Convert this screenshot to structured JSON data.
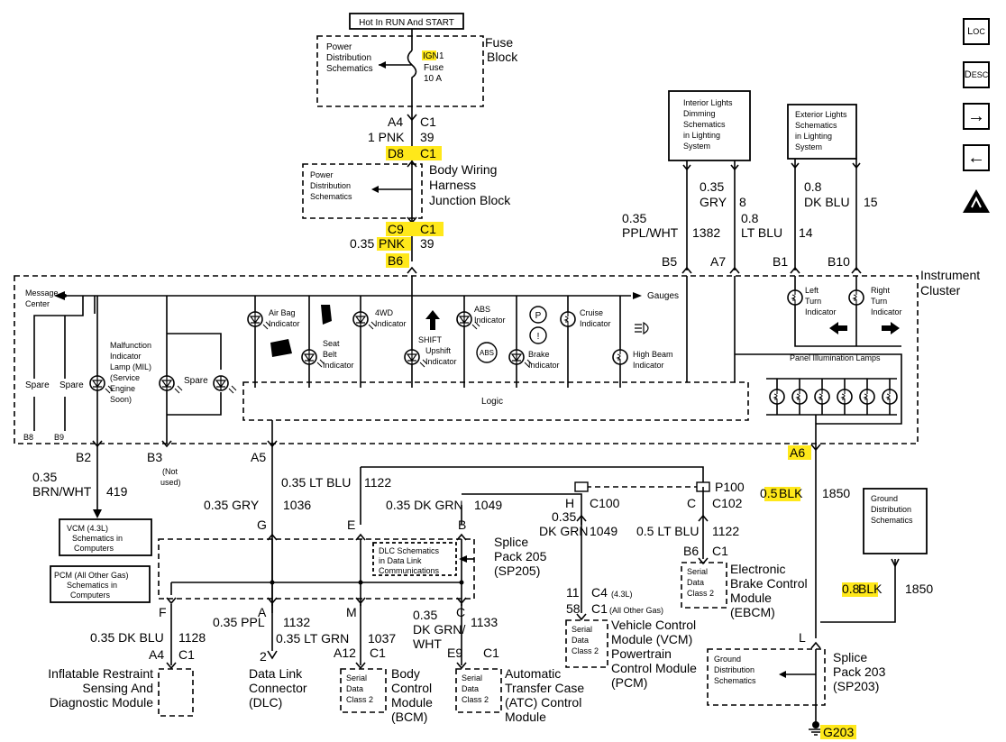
{
  "top": {
    "hot_label": "Hot In RUN And START",
    "pds1": [
      "Power",
      "Distribution",
      "Schematics"
    ],
    "fuse_ign": "IGN",
    "fuse_num": "1",
    "fuse_word": "Fuse",
    "fuse_amp": "10 A",
    "fuse_block": [
      "Fuse",
      "Block"
    ],
    "a4": "A4",
    "c1a": "C1",
    "pnk_gauge": "1 PNK",
    "pnk_ckt": "39",
    "d8": "D8",
    "c1b": "C1",
    "pds2": [
      "Power",
      "Distribution",
      "Schematics"
    ],
    "junction": [
      "Body Wiring",
      "Harness",
      "Junction Block"
    ],
    "c9": "C9",
    "c1c": "C1",
    "pnk2_gauge": "0.35",
    "pnk2_color": "PNK",
    "pnk2_ckt": "39",
    "b6": "B6"
  },
  "right_top": {
    "interior": [
      "Interior Lights",
      "Dimming",
      "Schematics",
      "in Lighting",
      "System"
    ],
    "exterior": [
      "Exterior Lights",
      "Schematics",
      "in Lighting",
      "System"
    ],
    "gry_gauge": "0.35",
    "gry_color": "GRY",
    "gry_ckt": "8",
    "ppl_gauge": "0.35",
    "ppl_color": "PPL/WHT",
    "ppl_ckt": "1382",
    "ltblu_gauge": "0.8",
    "ltblu_color": "LT BLU",
    "ltblu_ckt": "14",
    "dkblu_gauge": "0.8",
    "dkblu_color": "DK BLU",
    "dkblu_ckt": "15",
    "b5": "B5",
    "a7": "A7",
    "b1": "B1",
    "b10": "B10"
  },
  "cluster": {
    "title": [
      "Instrument",
      "Cluster"
    ],
    "message_center": [
      "Message",
      "Center"
    ],
    "gauges": "Gauges",
    "spare": "Spare",
    "mil": [
      "Malfunction",
      "Indicator",
      "Lamp (MIL)",
      "(Service",
      "Engine",
      "Soon)"
    ],
    "airbag": [
      "Air Bag",
      "Indicator"
    ],
    "seatbelt": [
      "Seat",
      "Belt",
      "Indicator"
    ],
    "fourwd": [
      "4WD",
      "Indicator"
    ],
    "shift": [
      "SHIFT",
      "Upshift",
      "Indicator"
    ],
    "abs": [
      "ABS",
      "Indicator"
    ],
    "abs_icon": "ABS",
    "brake": [
      "Brake",
      "Indicator"
    ],
    "brake_p": "P",
    "brake_excl": "!",
    "cruise": [
      "Cruise",
      "Indicator"
    ],
    "highbeam": [
      "High Beam",
      "Indicator"
    ],
    "left_turn": [
      "Left",
      "Turn",
      "Indicator"
    ],
    "right_turn": [
      "Right",
      "Turn",
      "Indicator"
    ],
    "panel_lamps": "Panel Illumination Lamps",
    "logic": "Logic",
    "b8": "B8",
    "b9": "B9"
  },
  "bottom": {
    "b2": "B2",
    "b3": "B3",
    "not_used": [
      "(Not",
      "used)"
    ],
    "a5": "A5",
    "a6": "A6",
    "brn_gauge": "0.35",
    "brn_color": "BRN/WHT",
    "brn_ckt": "419",
    "vcm": [
      "VCM (4.3L)",
      "Schematics in",
      "Computers"
    ],
    "pcm": [
      "PCM (All Other Gas)",
      "Schematics in",
      "Computers"
    ],
    "gry2": "0.35 GRY",
    "gry2_ckt": "1036",
    "ltblu2": "0.35 LT BLU",
    "ltblu2_ckt": "1122",
    "dkgrn": "0.35 DK GRN",
    "dkgrn_ckt": "1049",
    "g": "G",
    "e": "E",
    "b": "B",
    "dlc_sch": [
      "DLC Schematics",
      "in Data Link",
      "Communications"
    ],
    "splice205": [
      "Splice",
      "Pack 205",
      "(SP205)"
    ],
    "f": "F",
    "a": "A",
    "m": "M",
    "c": "C",
    "dkblu2": "0.35 DK BLU",
    "dkblu2_ckt": "1128",
    "ppl2": "0.35 PPL",
    "ppl2_ckt": "1132",
    "ltgrn": "0.35 LT GRN",
    "ltgrn_ckt": "1037",
    "dkgrnwht_gauge": "0.35",
    "dkgrnwht_color": [
      "DK GRN/",
      "WHT"
    ],
    "dkgrnwht_ckt": "1133",
    "a4": "A4",
    "c1_a4": "C1",
    "two": "2",
    "a12": "A12",
    "c1_a12": "C1",
    "e9": "E9",
    "c1_e9": "C1",
    "irsdm": [
      "Inflatable Restraint",
      "Sensing And",
      "Diagnostic Module"
    ],
    "dlc": [
      "Data Link",
      "Connector",
      "(DLC)"
    ],
    "serial": [
      "Serial",
      "Data",
      "Class 2"
    ],
    "bcm": [
      "Body",
      "Control",
      "Module",
      "(BCM)"
    ],
    "atc": [
      "Automatic",
      "Transfer Case",
      "(ATC) Control",
      "Module"
    ],
    "h": "H",
    "c100": "C100",
    "c_c102": "C",
    "c102": "C102",
    "p100": "P100",
    "dkgrn3_gauge": "0.35",
    "dkgrn3_color": "DK GRN",
    "dkgrn3_ckt": "1049",
    "ltblu3": "0.5 LT BLU",
    "ltblu3_ckt": "1122",
    "b6": "B6",
    "c1_b6": "C1",
    "ebcm": [
      "Electronic",
      "Brake Control",
      "Module",
      "(EBCM)"
    ],
    "n11": "11",
    "n58": "58",
    "c4": "C4",
    "c4_note": "(4.3L)",
    "c1_other": "C1",
    "c1_other_note": "(All Other Gas)",
    "vcm_pcm": [
      "Vehicle Control",
      "Module (VCM)",
      "Powertrain",
      "Control Module",
      "(PCM)"
    ],
    "blk1_gauge": "0.5",
    "blk1_color": "BLK",
    "blk1_ckt": "1850",
    "gnd_dist": [
      "Ground",
      "Distribution",
      "Schematics"
    ],
    "blk2_gauge": "0.8",
    "blk2_color": "BLK",
    "blk2_ckt": "1850",
    "l": "L",
    "splice203": [
      "Splice",
      "Pack 203",
      "(SP203)"
    ],
    "g203": "G203"
  },
  "side_icons": {
    "loc": [
      "L",
      "O",
      "C"
    ],
    "desc": [
      "D",
      "E",
      "S",
      "C"
    ],
    "next": "→",
    "prev": "←",
    "esd": "ESD"
  },
  "colors": {
    "highlight": "#ffe81a",
    "ink": "#000000"
  }
}
